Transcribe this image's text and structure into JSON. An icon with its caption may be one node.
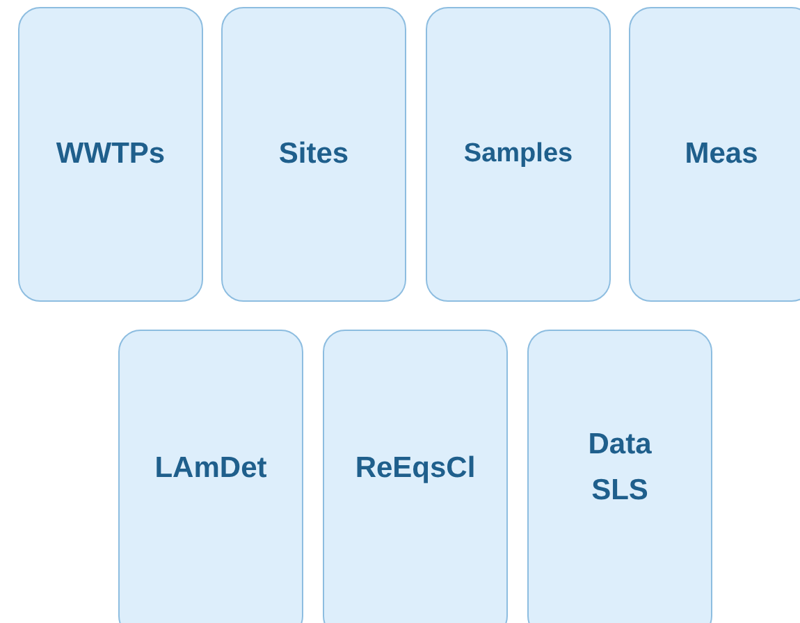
{
  "diagram": {
    "nodes": [
      {
        "text": [
          "WWTPs"
        ]
      },
      {
        "text": [
          "Sites"
        ]
      },
      {
        "text": [
          "Samples"
        ]
      },
      {
        "text": [
          "Meas"
        ]
      },
      {
        "text": [
          "LAmDet"
        ]
      },
      {
        "text": [
          "ReEqsCl"
        ]
      },
      {
        "text": [
          "Data SLS"
        ]
      }
    ]
  }
}
